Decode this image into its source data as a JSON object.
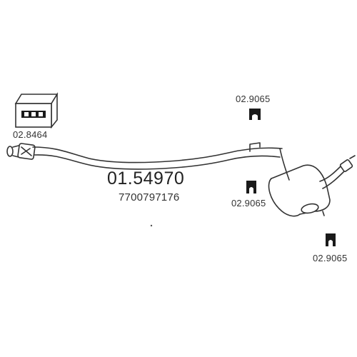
{
  "diagram": {
    "main_part_number": "01.54970",
    "oem_number": "7700797176",
    "parts": [
      {
        "id": "clamp-kit",
        "code": "02.8464",
        "icon": "clamp-kit-box-icon"
      },
      {
        "id": "rubber-mount-top",
        "code": "02.9065",
        "icon": "rubber-mount-icon"
      },
      {
        "id": "rubber-mount-middle",
        "code": "02.9065",
        "icon": "rubber-mount-icon"
      },
      {
        "id": "rubber-mount-right",
        "code": "02.9065",
        "icon": "rubber-mount-icon"
      }
    ],
    "assembly_icon": "exhaust-pipe-with-rear-silencer-icon",
    "colors": {
      "line": "#333333",
      "background": "#ffffff"
    }
  }
}
